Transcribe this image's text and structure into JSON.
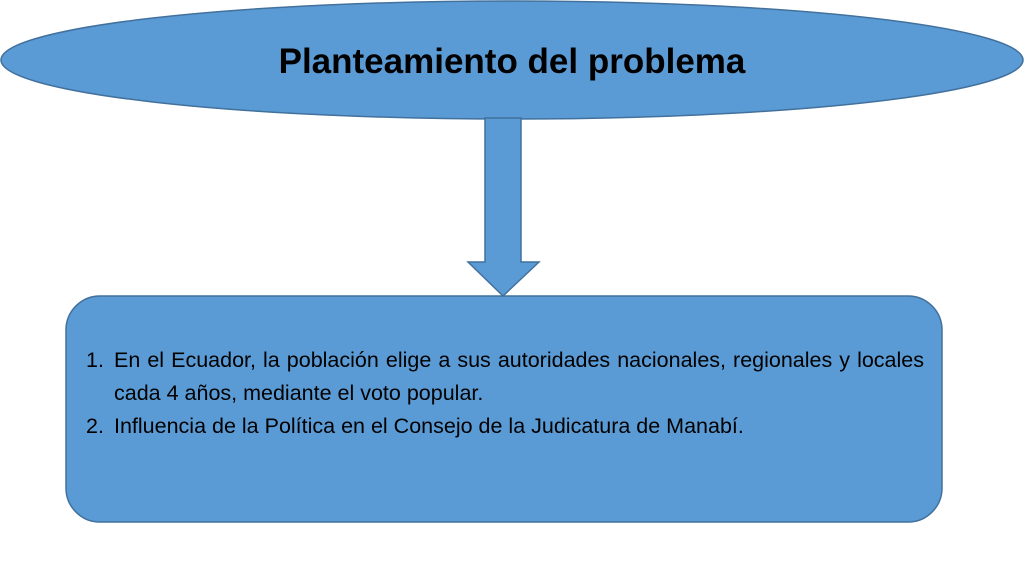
{
  "title": "Planteamiento del problema",
  "colors": {
    "shape_fill": "#5b9bd5",
    "shape_stroke": "#41719c",
    "text": "#000000"
  },
  "problems": [
    {
      "number": "1.",
      "text": "En el Ecuador, la población elige a sus autoridades nacionales, regionales y locales  cada 4 años, mediante el voto popular."
    },
    {
      "number": "2.",
      "text": "Influencia de la Política en el Consejo de la Judicatura de Manabí."
    }
  ]
}
